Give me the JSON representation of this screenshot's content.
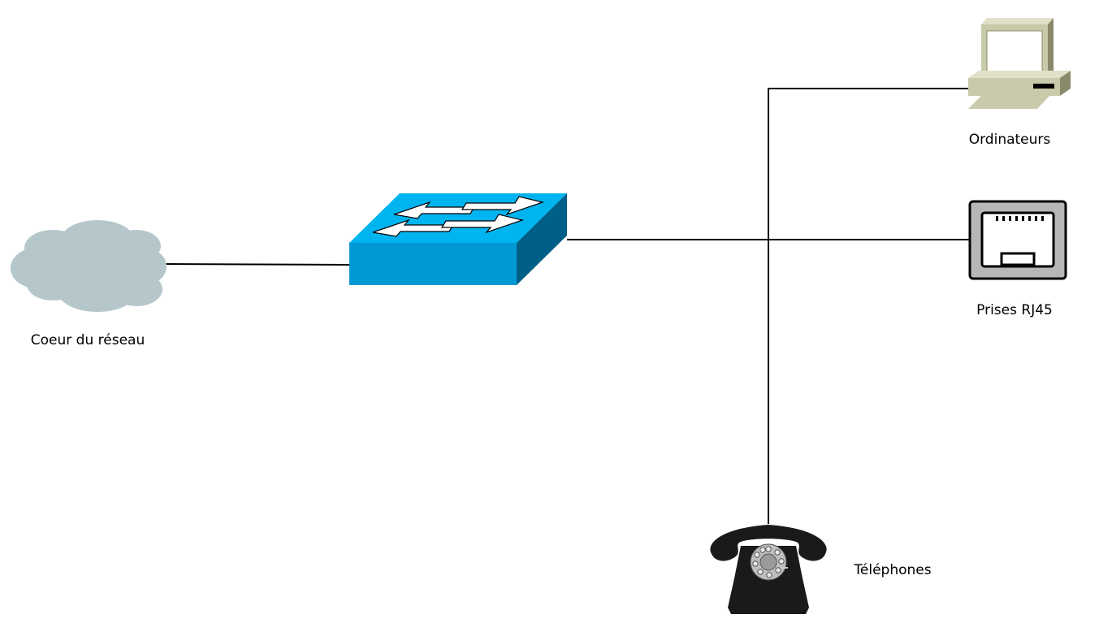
{
  "diagram": {
    "nodes": {
      "core": {
        "label": "Coeur du réseau",
        "icon": "cloud-icon"
      },
      "switch": {
        "label": "",
        "icon": "network-switch-icon"
      },
      "computers": {
        "label": "Ordinateurs",
        "icon": "computer-icon"
      },
      "rj45": {
        "label": "Prises RJ45",
        "icon": "rj45-port-icon"
      },
      "phones": {
        "label": "Téléphones",
        "icon": "telephone-icon"
      }
    },
    "connections": [
      {
        "from": "core",
        "to": "switch"
      },
      {
        "from": "switch",
        "to": "rj45"
      },
      {
        "from": "switch",
        "to": "computers"
      },
      {
        "from": "switch",
        "to": "phones"
      }
    ],
    "colors": {
      "cloud": "#b5c7ca",
      "switch_top": "#00b4f0",
      "switch_front": "#0099d4",
      "switch_side": "#005f87",
      "computer": "#c9c9ab",
      "rj45_frame": "#b7b7b7",
      "phone": "#1a1a1a",
      "line": "#000000"
    }
  }
}
